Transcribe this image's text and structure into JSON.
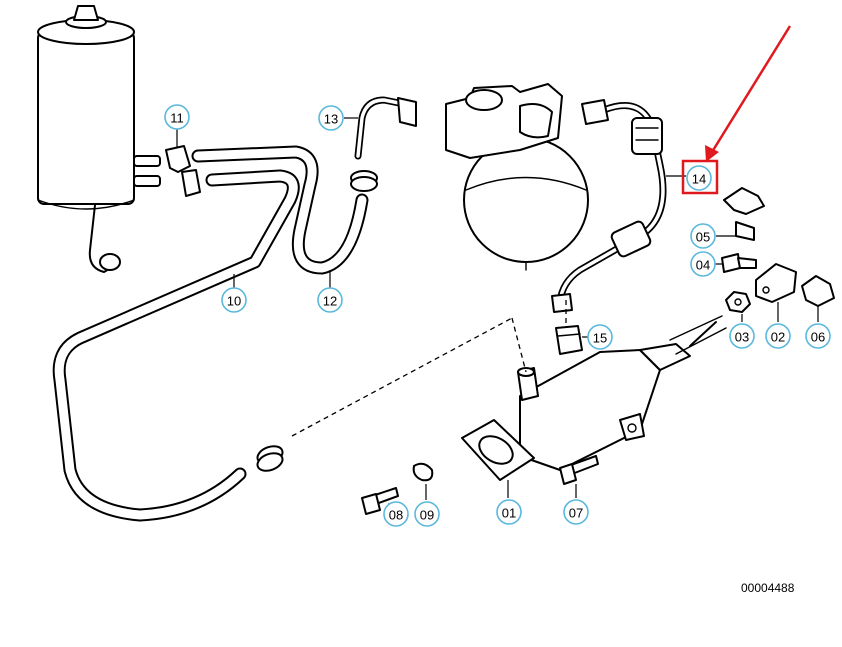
{
  "callouts": {
    "c01": "01",
    "c02": "02",
    "c03": "03",
    "c04": "04",
    "c05": "05",
    "c06": "06",
    "c07": "07",
    "c08": "08",
    "c09": "09",
    "c10": "10",
    "c11": "11",
    "c12": "12",
    "c13": "13",
    "c14": "14",
    "c15": "15"
  },
  "document_number": "00004488",
  "highlight": {
    "target": "14",
    "color": "#e0191e"
  },
  "callout_ring_color": "#5bb8dd"
}
